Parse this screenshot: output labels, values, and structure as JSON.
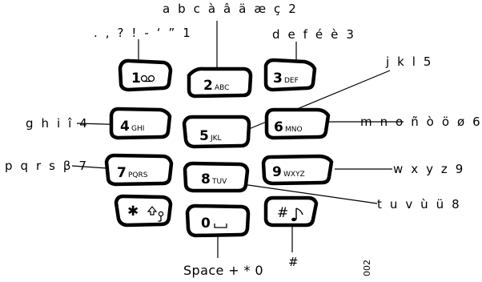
{
  "keys": [
    {
      "id": "1",
      "digit": "1",
      "sub": "",
      "icon": "voicemail-icon"
    },
    {
      "id": "2",
      "digit": "2",
      "sub": "ABC"
    },
    {
      "id": "3",
      "digit": "3",
      "sub": "DEF"
    },
    {
      "id": "4",
      "digit": "4",
      "sub": "GHI"
    },
    {
      "id": "5",
      "digit": "5",
      "sub": "JKL"
    },
    {
      "id": "6",
      "digit": "6",
      "sub": "MNO"
    },
    {
      "id": "7",
      "digit": "7",
      "sub": "PQRS"
    },
    {
      "id": "8",
      "digit": "8",
      "sub": "TUV"
    },
    {
      "id": "9",
      "digit": "9",
      "sub": "WXYZ"
    },
    {
      "id": "star",
      "digit": "✱",
      "sub": "",
      "icon": "shift-key-icon"
    },
    {
      "id": "0",
      "digit": "0",
      "sub": "",
      "icon": "space-icon"
    },
    {
      "id": "hash",
      "digit": "#",
      "sub": "",
      "icon": "music-note-icon"
    }
  ],
  "labels": {
    "key1": ". , ? ! - ‘ ” 1",
    "key2": "a b c à â ä æ ç 2",
    "key3": "d e f é è 3",
    "key4": "g h i î 4",
    "key5": "j k l 5",
    "key6": "m n o ñ ò ö ø 6",
    "key7": "p q r s β 7",
    "key8": "t u v ù ü 8",
    "key9": "w x y z 9",
    "key0": "Space + * 0",
    "hash": "#"
  },
  "figure_code": "002"
}
